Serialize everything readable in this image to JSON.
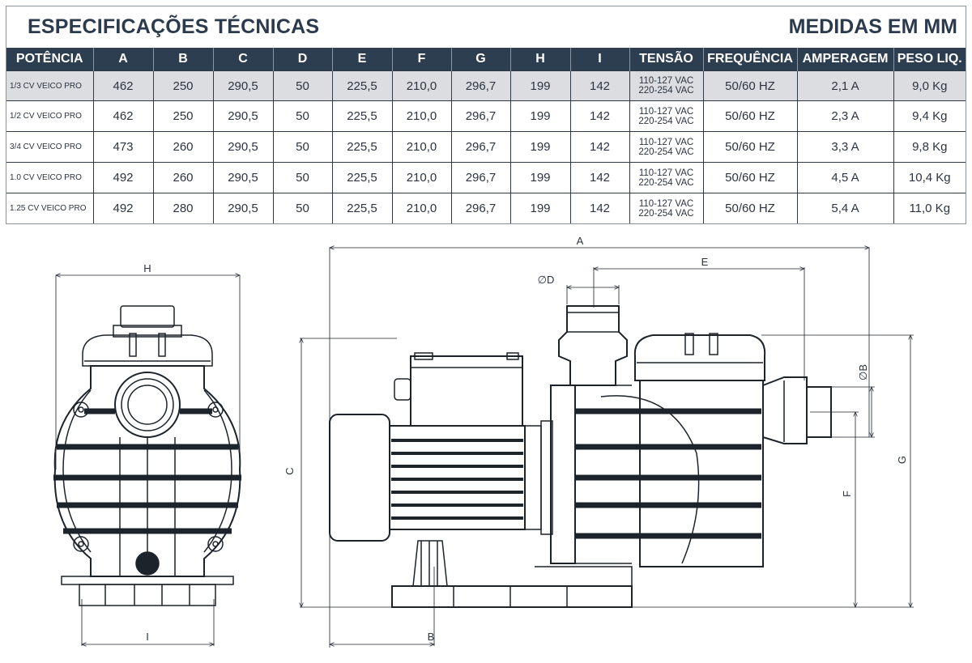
{
  "header": {
    "title": "ESPECIFICAÇÕES TÉCNICAS",
    "units": "MEDIDAS EM MM"
  },
  "table": {
    "columns": [
      "POTÊNCIA",
      "A",
      "B",
      "C",
      "D",
      "E",
      "F",
      "G",
      "H",
      "I",
      "TENSÃO",
      "FREQUÊNCIA",
      "AMPERAGEM",
      "PESO LIQ."
    ],
    "rows": [
      {
        "model": "1/3 CV VEICO PRO",
        "a": "462",
        "b": "250",
        "c": "290,5",
        "d": "50",
        "e": "225,5",
        "f": "210,0",
        "g": "296,7",
        "h": "199",
        "i": "142",
        "v1": "110-127 VAC",
        "v2": "220-254 VAC",
        "freq": "50/60 HZ",
        "amp": "2,1 A",
        "peso": "9,0 Kg"
      },
      {
        "model": "1/2 CV VEICO PRO",
        "a": "462",
        "b": "250",
        "c": "290,5",
        "d": "50",
        "e": "225,5",
        "f": "210,0",
        "g": "296,7",
        "h": "199",
        "i": "142",
        "v1": "110-127 VAC",
        "v2": "220-254 VAC",
        "freq": "50/60 HZ",
        "amp": "2,3 A",
        "peso": "9,4 Kg"
      },
      {
        "model": "3/4 CV VEICO PRO",
        "a": "473",
        "b": "260",
        "c": "290,5",
        "d": "50",
        "e": "225,5",
        "f": "210,0",
        "g": "296,7",
        "h": "199",
        "i": "142",
        "v1": "110-127 VAC",
        "v2": "220-254 VAC",
        "freq": "50/60 HZ",
        "amp": "3,3 A",
        "peso": "9,8 Kg"
      },
      {
        "model": "1.0 CV VEICO PRO",
        "a": "492",
        "b": "260",
        "c": "290,5",
        "d": "50",
        "e": "225,5",
        "f": "210,0",
        "g": "296,7",
        "h": "199",
        "i": "142",
        "v1": "110-127 VAC",
        "v2": "220-254 VAC",
        "freq": "50/60 HZ",
        "amp": "4,5 A",
        "peso": "10,4 Kg"
      },
      {
        "model": "1.25 CV VEICO PRO",
        "a": "492",
        "b": "280",
        "c": "290,5",
        "d": "50",
        "e": "225,5",
        "f": "210,0",
        "g": "296,7",
        "h": "199",
        "i": "142",
        "v1": "110-127 VAC",
        "v2": "220-254 VAC",
        "freq": "50/60 HZ",
        "amp": "5,4 A",
        "peso": "11,0 Kg"
      }
    ]
  },
  "drawing": {
    "labels": {
      "h": "H",
      "i": "I",
      "a": "A",
      "b": "B",
      "c": "C",
      "e": "E",
      "f": "F",
      "g": "G",
      "d": "∅D",
      "bdia": "∅B"
    }
  }
}
